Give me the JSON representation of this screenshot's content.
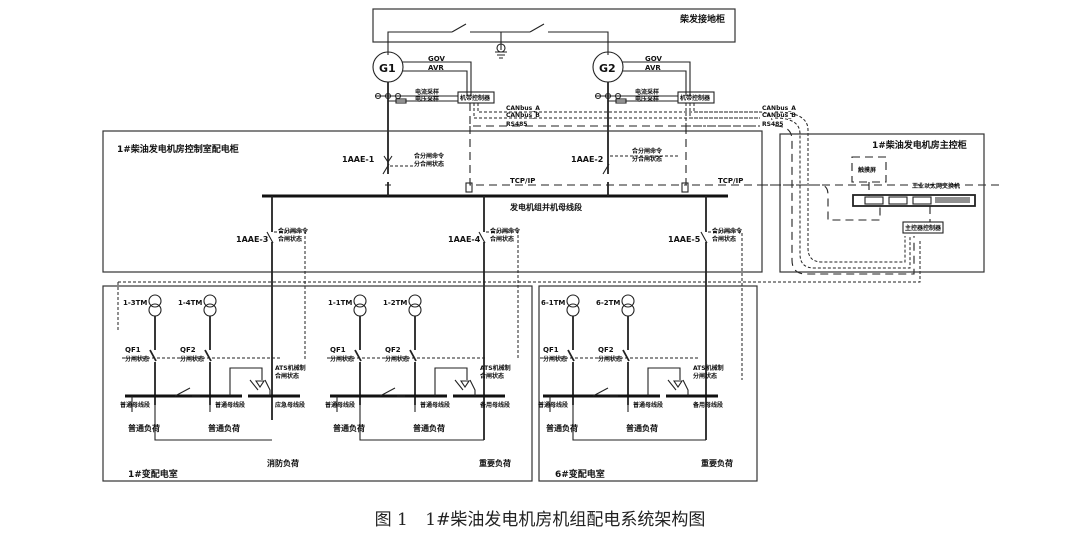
{
  "caption": {
    "figure_no": "图 1",
    "title": "1#柴油发电机房机组配电系统架构图"
  },
  "ground_cabinet": {
    "label": "柴发接地柜"
  },
  "generators": [
    {
      "id": "G1",
      "gov": "GOV",
      "avr": "AVR",
      "sample_current": "电流采样",
      "sample_voltage": "电压采样",
      "controller": "机带控制器"
    },
    {
      "id": "G2",
      "gov": "GOV",
      "avr": "AVR",
      "sample_current": "电流采样",
      "sample_voltage": "电压采样",
      "controller": "机带控制器"
    }
  ],
  "comm": {
    "can_a": "CANbus_A",
    "can_b": "CANbus_B",
    "rs485": "RS485",
    "tcpip": "TCP/IP"
  },
  "control_panel": {
    "label": "1#柴油发电机房控制室配电柜",
    "bus_label": "发电机组并机母线段",
    "breakers": [
      {
        "id": "1AAE-1",
        "cmd": "合分闸命令",
        "status": "分合闸状态"
      },
      {
        "id": "1AAE-2",
        "cmd": "合分闸命令",
        "status": "分合闸状态"
      },
      {
        "id": "1AAE-3",
        "cmd": "合分闸命令",
        "status": "合闸状态"
      },
      {
        "id": "1AAE-4",
        "cmd": "合分闸命令",
        "status": "合闸状态"
      },
      {
        "id": "1AAE-5",
        "cmd": "合分闸命令",
        "status": "合闸状态"
      }
    ]
  },
  "main_control": {
    "label": "1#柴油发电机房主控柜",
    "touchscreen": "触摸屏",
    "switch": "工业以太网交换机",
    "controller": "主控器控制器"
  },
  "substations": [
    {
      "label": "1#变配电室",
      "transformers": [
        "1-3TM",
        "1-4TM"
      ],
      "breakers": [
        "QF1",
        "QF2"
      ],
      "breaker_status": "分闸状态",
      "ats_label": "ATS机械制",
      "ats_status": "合闸状态",
      "bus_labels": [
        "普通母线段",
        "普通母线段",
        "应急母线段"
      ],
      "loads": [
        "普通负荷",
        "普通负荷",
        "消防负荷"
      ]
    },
    {
      "label": "",
      "transformers": [
        "1-1TM",
        "1-2TM"
      ],
      "breakers": [
        "QF1",
        "QF2"
      ],
      "breaker_status": "分闸状态",
      "ats_label": "ATS机械制",
      "ats_status": "合闸状态",
      "bus_labels": [
        "普通母线段",
        "普通母线段",
        "备用母线段"
      ],
      "loads": [
        "普通负荷",
        "普通负荷",
        "重要负荷"
      ]
    },
    {
      "label": "6#变配电室",
      "transformers": [
        "6-1TM",
        "6-2TM"
      ],
      "breakers": [
        "QF1",
        "QF2"
      ],
      "breaker_status": "分闸状态",
      "ats_label": "ATS机械制",
      "ats_status": "分闸状态",
      "bus_labels": [
        "普通母线段",
        "普通母线段",
        "备用母线段"
      ],
      "loads": [
        "普通负荷",
        "普通负荷",
        "重要负荷"
      ]
    }
  ]
}
